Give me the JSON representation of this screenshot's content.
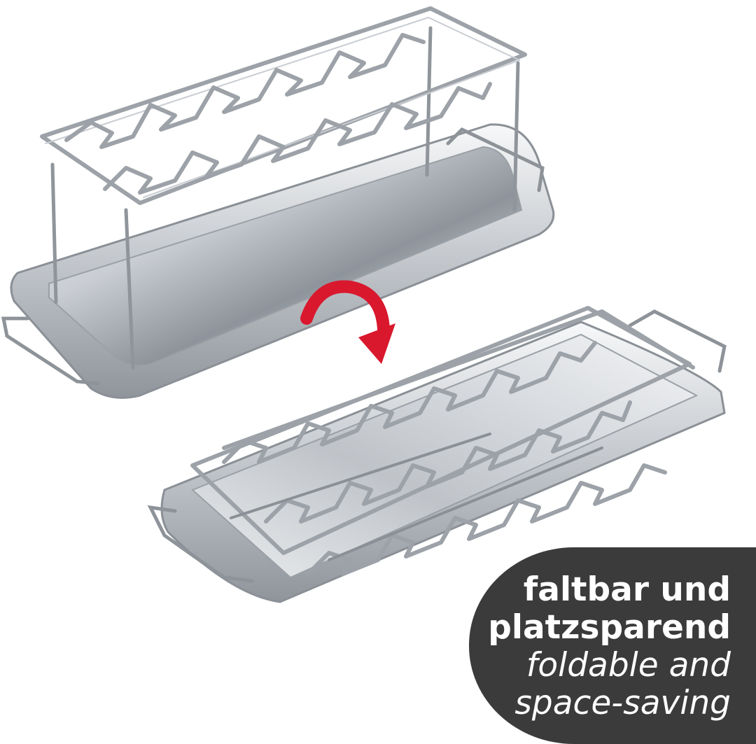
{
  "caption": {
    "german_line_1": "faltbar und",
    "german_line_2": "platzsparend",
    "english_line_1": "foldable and",
    "english_line_2": "space-saving"
  },
  "colors": {
    "panel_background": "#3b3b3b",
    "caption_text": "#ffffff",
    "arrow": "#d9182e",
    "steel_light": "#e9ebee",
    "steel_mid": "#b9bec4",
    "steel_dark": "#7c8288"
  },
  "icons": {
    "arrow": "curved-arrow-icon"
  }
}
